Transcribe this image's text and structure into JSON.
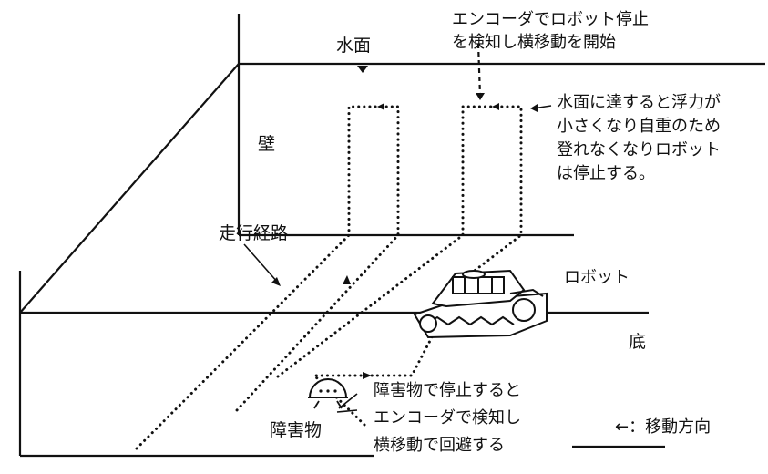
{
  "labels": {
    "water_surface": "水面",
    "encoder_note": [
      "エンコーダでロボット停止",
      "を検知し横移動を開始"
    ],
    "buoyancy_note": [
      "水面に達すると浮力が",
      "小さくなり自重のため",
      "登れなくなりロボット",
      "は停止する。"
    ],
    "wall": "壁",
    "travel_path": "走行経路",
    "robot": "ロボット",
    "bottom": "底",
    "obstacle": "障害物",
    "obstacle_note": [
      "障害物で停止すると",
      "エンコーダで検知し",
      "横移動で回避する"
    ],
    "legend": "←：移動方向"
  }
}
